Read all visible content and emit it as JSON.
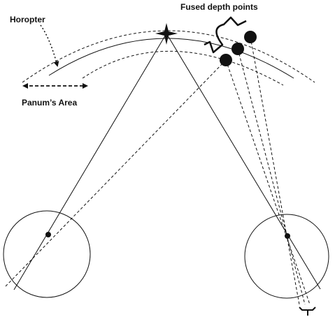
{
  "labels": {
    "fused_depth_points": "Fused depth points",
    "horopter": "Horopter",
    "panums_area": "Panum’s Area"
  },
  "colors": {
    "ink": "#111111",
    "background": "#ffffff"
  }
}
